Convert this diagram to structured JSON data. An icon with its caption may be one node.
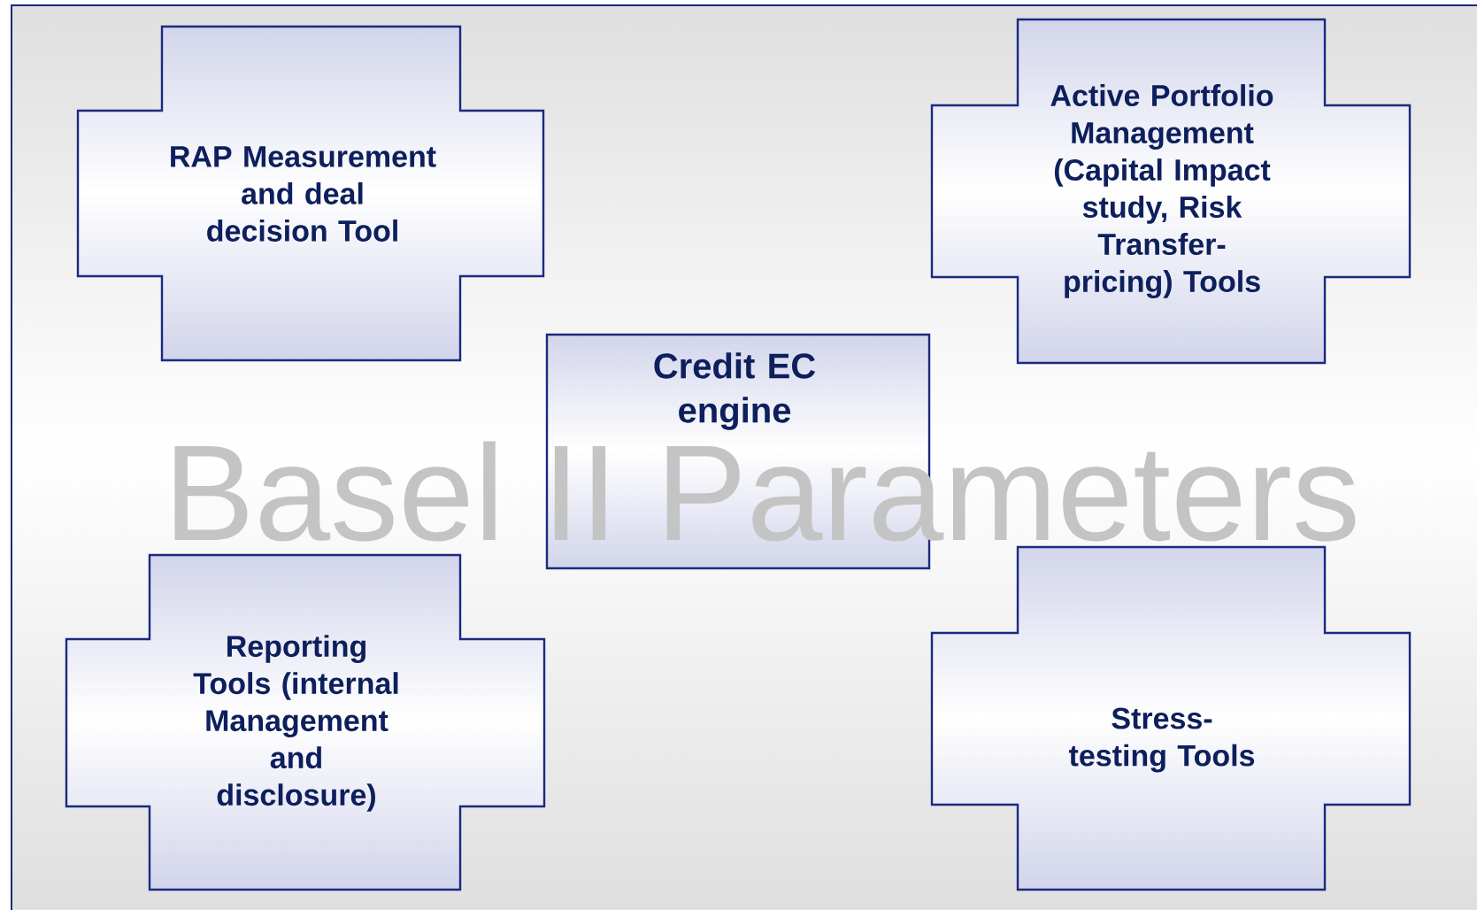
{
  "diagram": {
    "nodes": [
      {
        "text": [
          "RAP Measurement and deal decision Tool"
        ]
      },
      {
        "text": [
          "Active Portfolio Management (Capital Impact study, Risk Transfer-pricing) Tools"
        ]
      },
      {
        "text": [
          "Credit EC engine"
        ]
      },
      {
        "text": [
          "Reporting Tools (internal Management and disclosure)"
        ]
      },
      {
        "text": [
          "Stress-testing Tools"
        ]
      }
    ],
    "labels": [
      "Basel II Parameters"
    ]
  }
}
